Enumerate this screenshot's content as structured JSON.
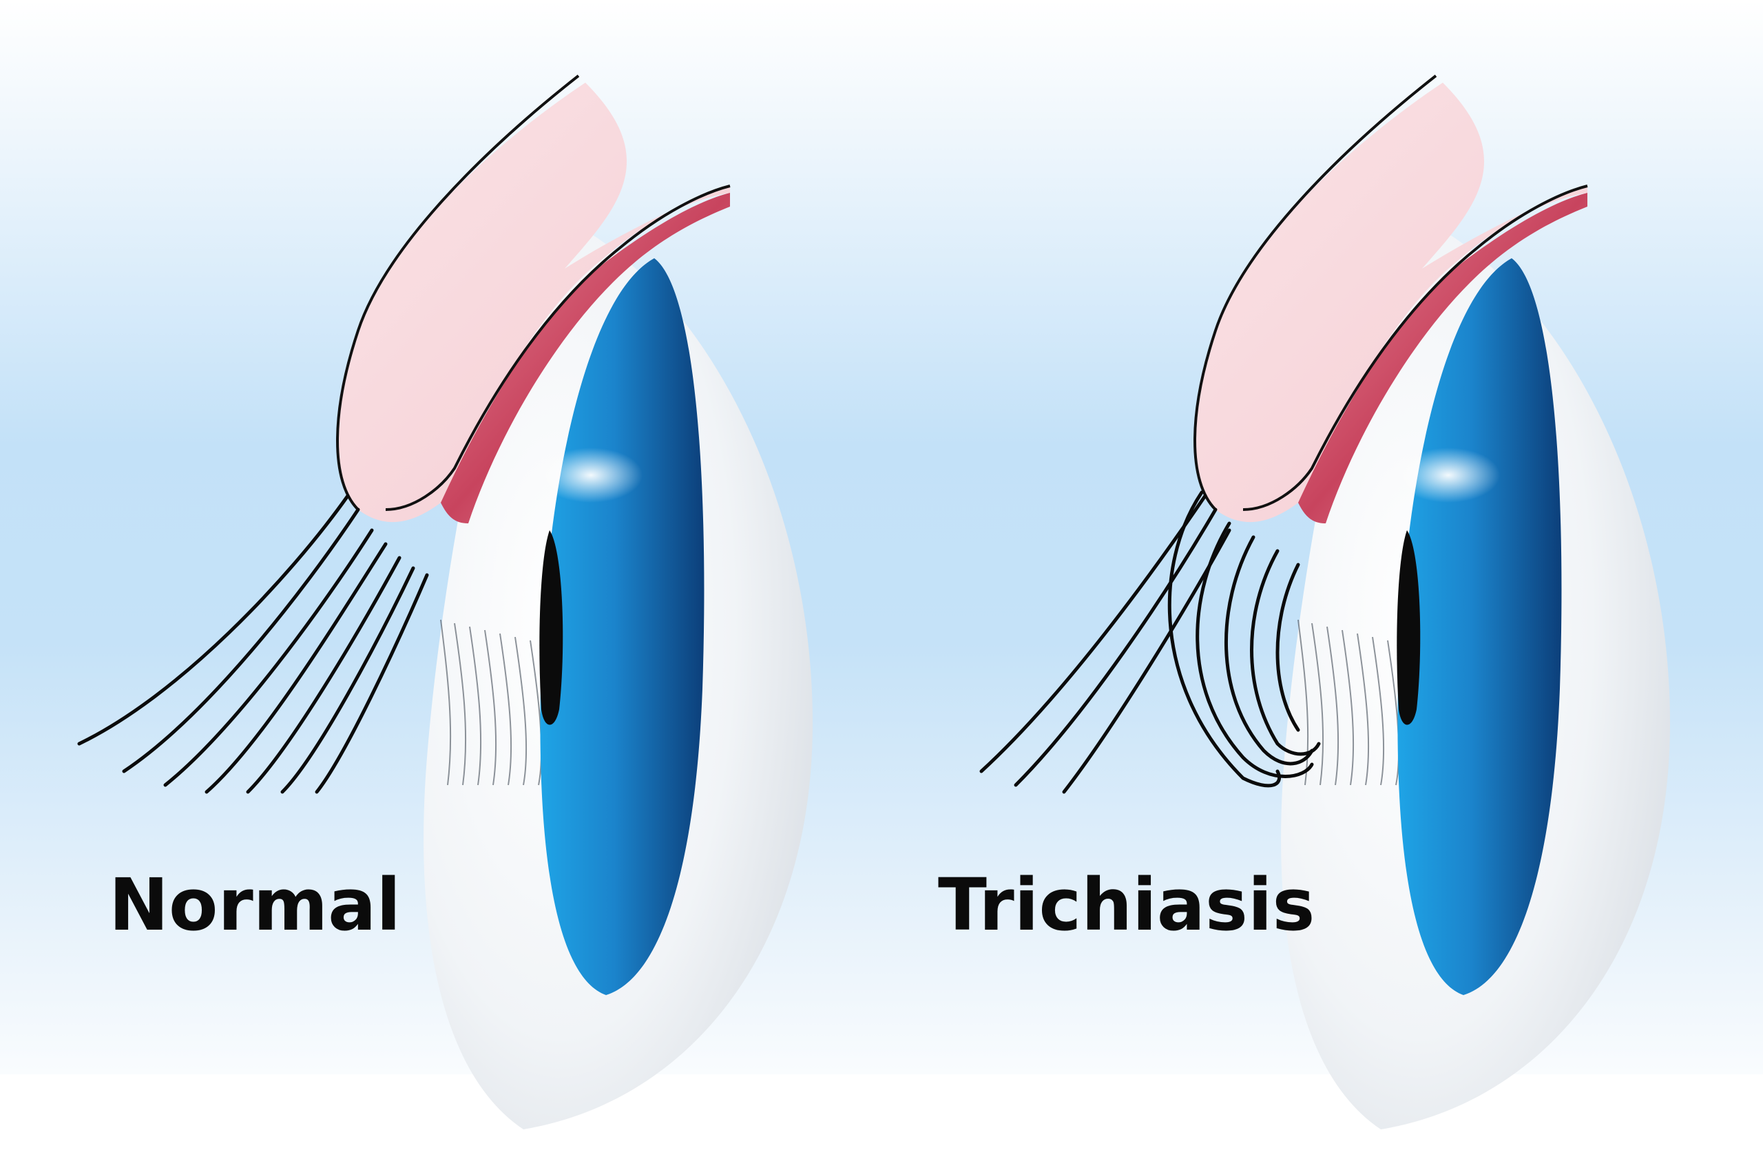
{
  "labels": {
    "normal": "Normal",
    "trichiasis": "Trichiasis"
  },
  "colors": {
    "background_blue": "#bfdff7",
    "eyelid_pink": "#f7d4d8",
    "eyelid_margin_red": "#c8445e",
    "iris_blue": "#1a78c2",
    "iris_dark": "#0c3f7a",
    "sclera_white": "#f4f6f8",
    "lash_black": "#0b0b0b"
  },
  "diagrams": [
    {
      "name": "normal-eye",
      "lashes": "point outward"
    },
    {
      "name": "trichiasis-eye",
      "lashes": "curl inward toward the eye"
    }
  ]
}
